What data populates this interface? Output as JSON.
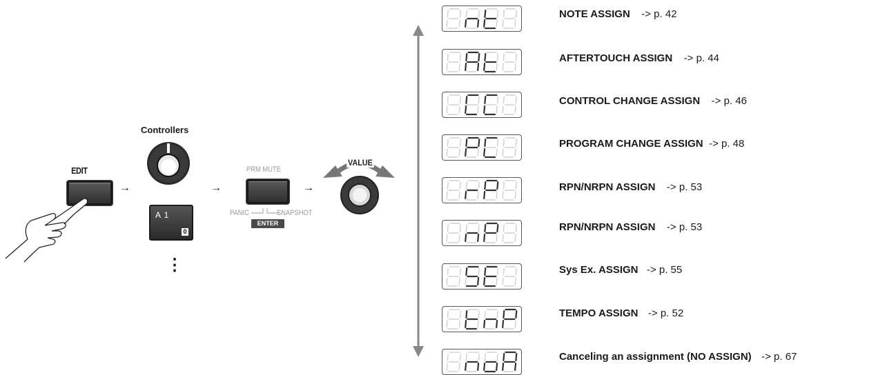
{
  "left": {
    "edit_label": "EDIT",
    "controllers_label": "Controllers",
    "prm_mute_label": "PRM MUTE",
    "panic_label": "PANIC",
    "snapshot_label": "SNAPSHOT",
    "enter_label": "ENTER",
    "value_label": "VALUE",
    "pad_label": "A 1",
    "pad_badge": "0",
    "ellipsis": "⋮"
  },
  "items": [
    {
      "display": "nt",
      "title": "NOTE ASSIGN",
      "ref": "-> p. 42"
    },
    {
      "display": "At",
      "title": "AFTERTOUCH ASSIGN",
      "ref": "-> p. 44"
    },
    {
      "display": "CC",
      "title": "CONTROL CHANGE ASSIGN",
      "ref": "-> p. 46"
    },
    {
      "display": "PC",
      "title": "PROGRAM CHANGE ASSIGN",
      "ref": "-> p. 48"
    },
    {
      "display": "rP",
      "title": "RPN/NRPN ASSIGN",
      "ref": "-> p. 53"
    },
    {
      "display": "nP",
      "title": "RPN/NRPN ASSIGN",
      "ref": "-> p. 53"
    },
    {
      "display": "SE",
      "title": "Sys Ex. ASSIGN",
      "ref": "-> p. 55"
    },
    {
      "display": "tnP",
      "title": "TEMPO ASSIGN",
      "ref": "-> p. 52"
    },
    {
      "display": "noA",
      "title": "Canceling an assignment (NO ASSIGN)",
      "ref": "-> p. 67"
    }
  ]
}
